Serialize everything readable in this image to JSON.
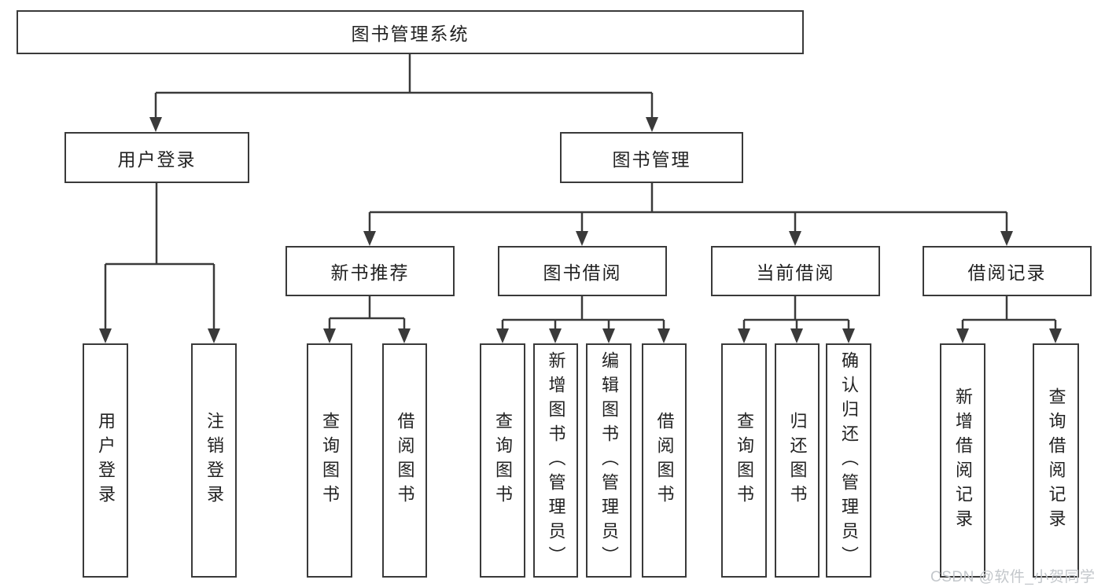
{
  "tree": {
    "root": {
      "label": "图书管理系统",
      "children": [
        {
          "label": "用户登录",
          "children": [
            {
              "label": "用户登录"
            },
            {
              "label": "注销登录"
            }
          ]
        },
        {
          "label": "图书管理",
          "children": [
            {
              "label": "新书推荐",
              "children": [
                {
                  "label": "查询图书"
                },
                {
                  "label": "借阅图书"
                }
              ]
            },
            {
              "label": "图书借阅",
              "children": [
                {
                  "label": "查询图书"
                },
                {
                  "label": "新增图书（管理员）"
                },
                {
                  "label": "编辑图书（管理员）"
                },
                {
                  "label": "借阅图书"
                }
              ]
            },
            {
              "label": "当前借阅",
              "children": [
                {
                  "label": "查询图书"
                },
                {
                  "label": "归还图书"
                },
                {
                  "label": "确认归还（管理员）"
                }
              ]
            },
            {
              "label": "借阅记录",
              "children": [
                {
                  "label": "新增借阅记录"
                },
                {
                  "label": "查询借阅记录"
                }
              ]
            }
          ]
        }
      ]
    }
  },
  "watermark": {
    "text": "CSDN @软件_小贺同学"
  },
  "colors": {
    "line": "#3a3a3a",
    "box_border": "#3a3a3a",
    "text": "#222222",
    "watermark": "#c3c7cb",
    "background": "#ffffff"
  }
}
